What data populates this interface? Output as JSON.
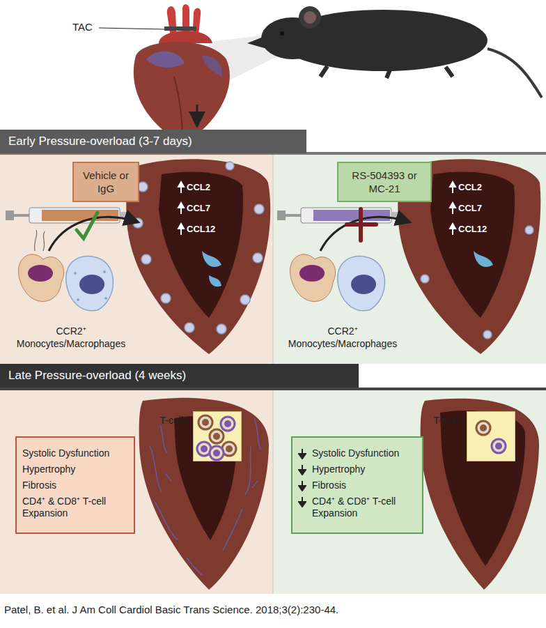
{
  "diagram": {
    "caption": "Patel, B. et al. J Am Coll Cardiol Basic Trans Science. 2018;3(2):230-44.",
    "nodes": [
      {
        "text": [
          "Early Pressure-overload (3-7 days)"
        ]
      },
      {
        "text": [
          "Vehicle or IgG"
        ]
      },
      {
        "text": [
          "RS-504393 or MC-21"
        ]
      },
      {
        "text": [
          "Late Pressure-overload (4 weeks)"
        ]
      },
      {
        "text": [
          "T-cells"
        ]
      },
      {
        "text": [
          "Systolic Dysfunction",
          "Hypertrophy",
          "Fibrosis",
          "CD4⁺ & CD8⁺ T-cell Expansion"
        ]
      },
      {
        "text": [
          "T-cells"
        ]
      },
      {
        "text": [
          "Systolic Dysfunction",
          "Hypertrophy",
          "Fibrosis",
          "CD4⁺ & CD8⁺ T-cell Expansion"
        ]
      }
    ],
    "labels": [
      "TAC",
      "CCL2",
      "CCL7",
      "CCL12",
      "CCR2⁺ Monocytes/Macrophages",
      "CCL2",
      "CCL7",
      "CCL12",
      "CCR2⁺ Monocytes/Macrophages"
    ]
  }
}
